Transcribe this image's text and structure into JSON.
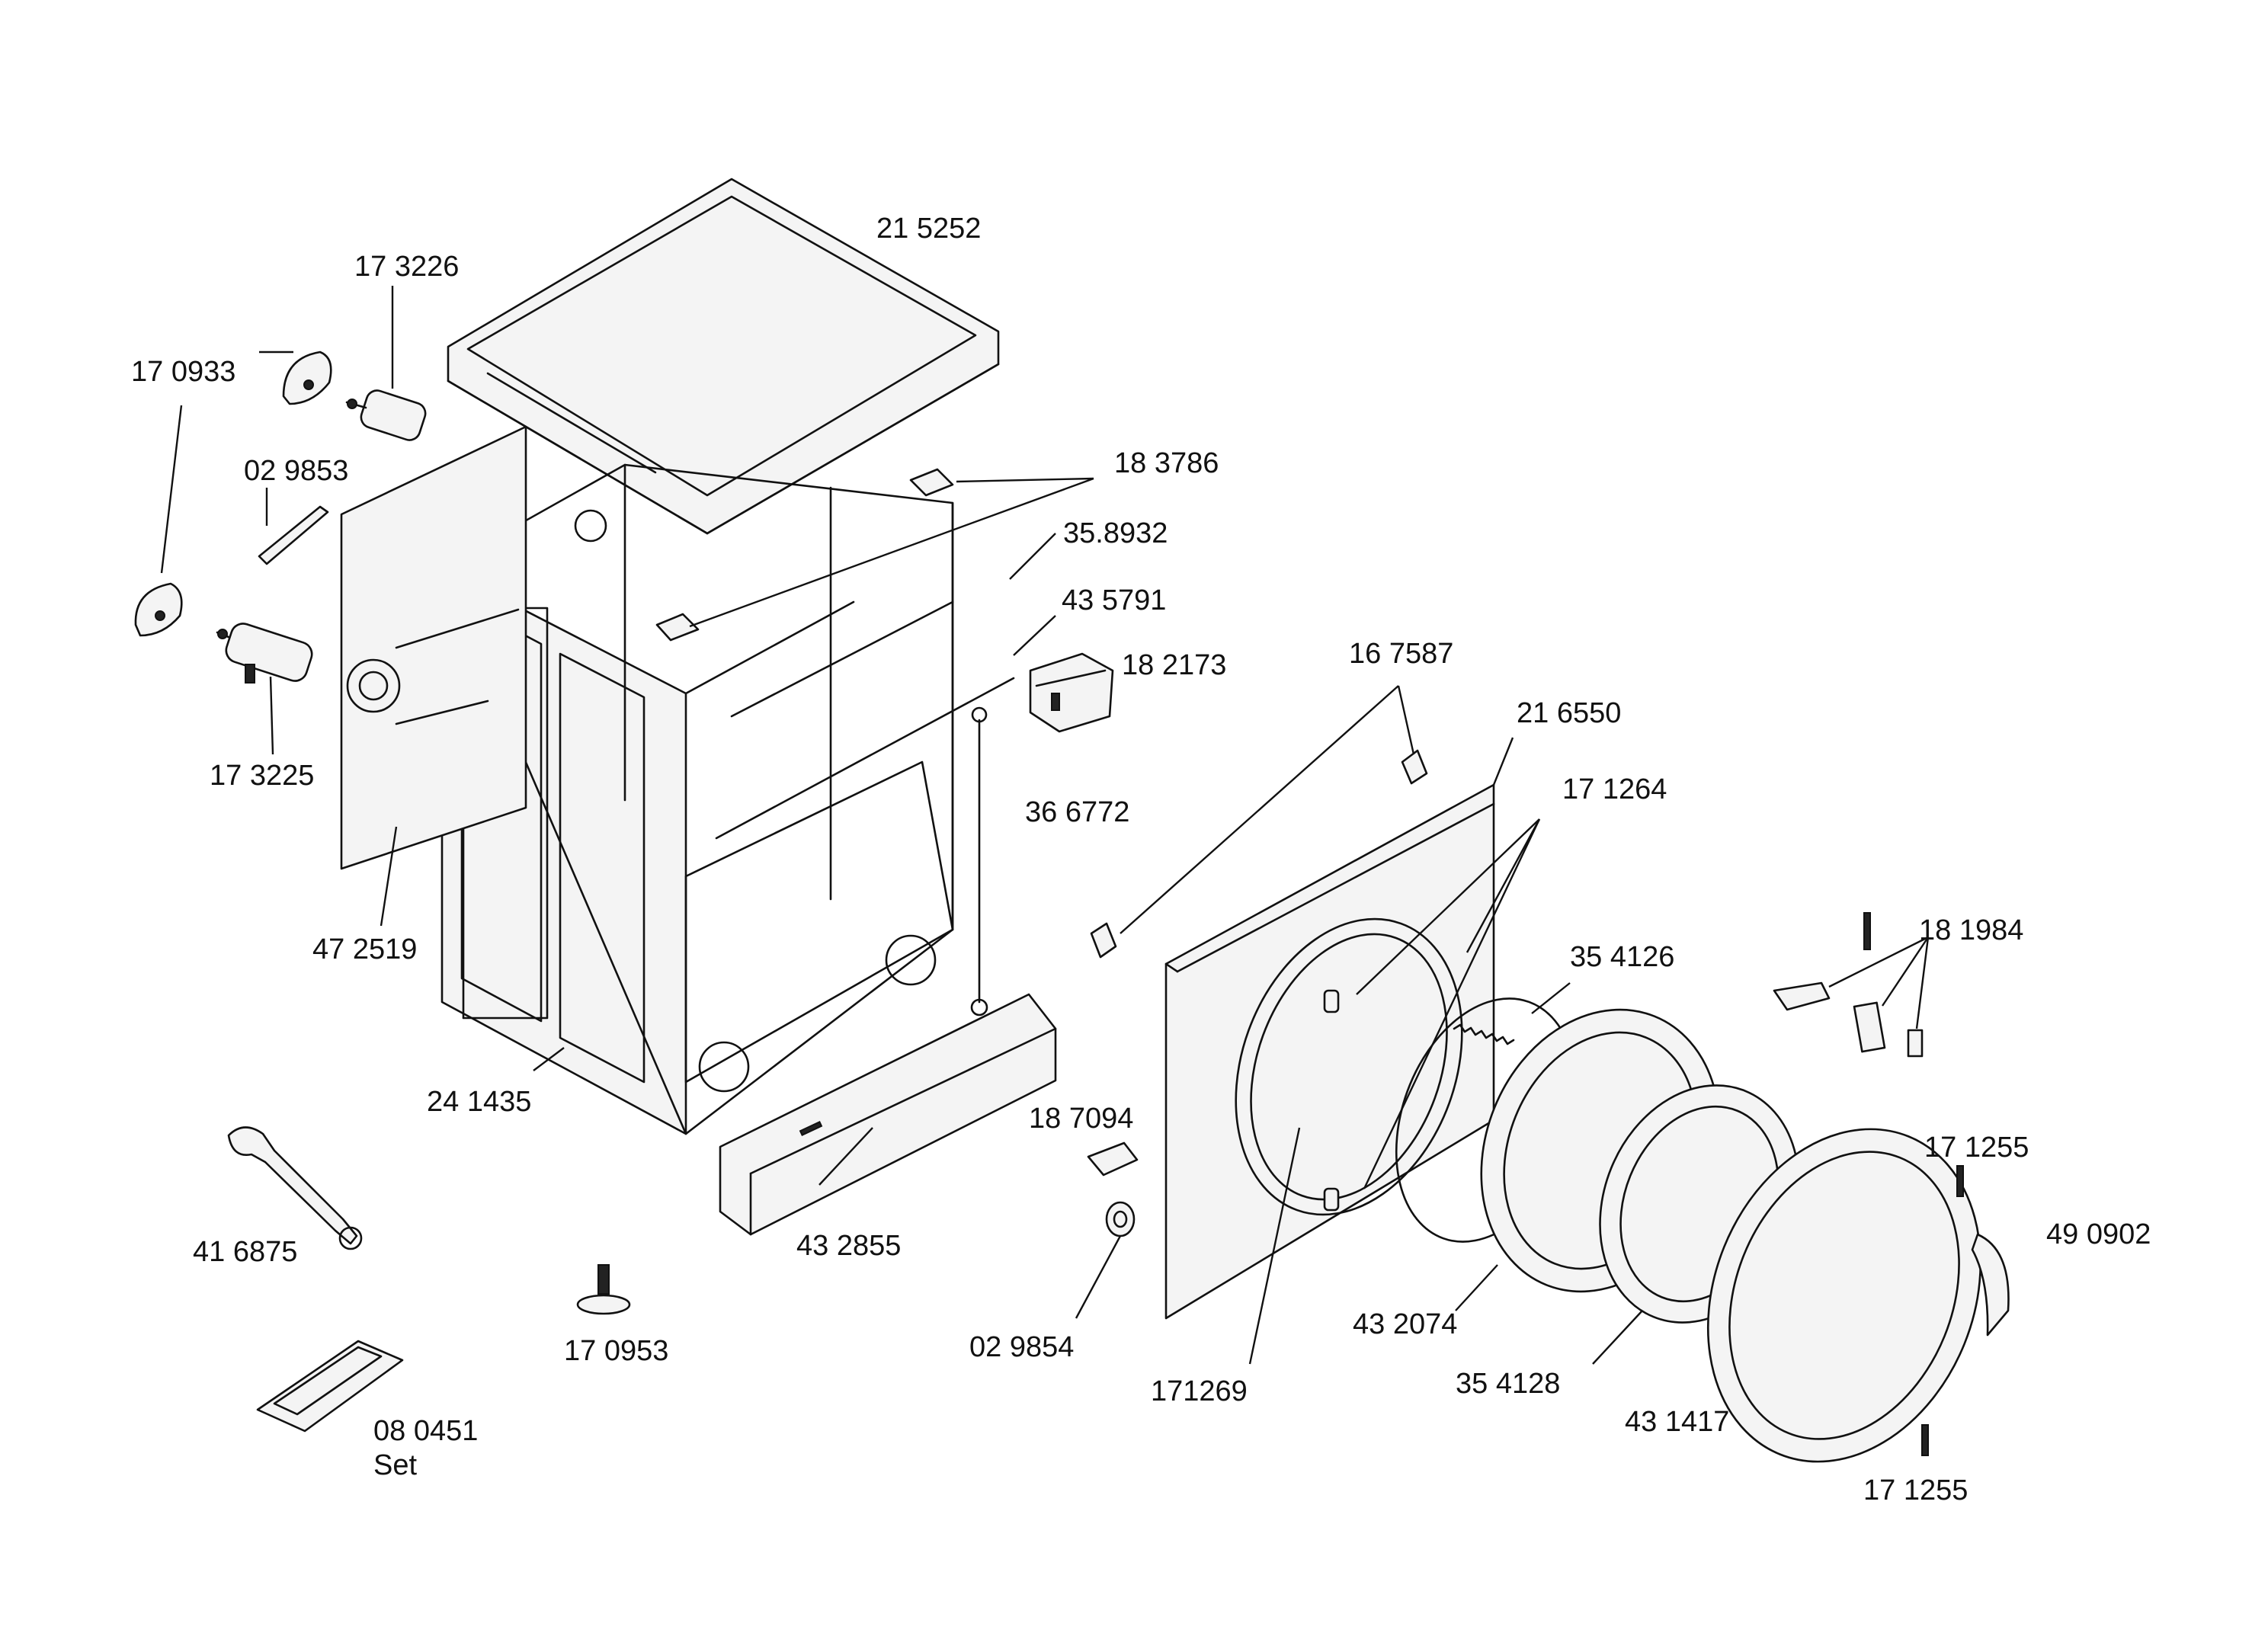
{
  "labels": {
    "p215252": "21 5252",
    "p173226": "17 3226",
    "p170933": "17 0933",
    "p029853": "02 9853",
    "p183786": "18 3786",
    "p358932": "35.8932",
    "p435791": "43 5791",
    "p182173": "18 2173",
    "p167587": "16 7587",
    "p216550": "21 6550",
    "p171264": "17 1264",
    "p173225": "17 3225",
    "p366772": "36 6772",
    "p472519": "47 2519",
    "p181984": "18 1984",
    "p354126": "35 4126",
    "p241435": "24 1435",
    "p187094": "18 7094",
    "p171255a": "17 1255",
    "p490902": "49 0902",
    "p416875": "41 6875",
    "p432855": "43 2855",
    "p170953": "17 0953",
    "p029854": "02 9854",
    "p432074": "43 2074",
    "p171269": "171269",
    "p354128": "35 4128",
    "p431417": "43 1417",
    "p080451": "08 0451",
    "p080451set": "Set",
    "p171255b": "17 1255"
  }
}
